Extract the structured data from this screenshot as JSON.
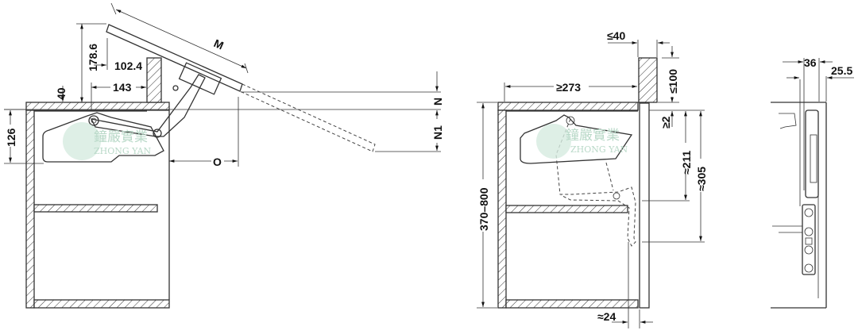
{
  "watermark": {
    "chinese": "鐘嚴實業",
    "latin": "ZHONG YAN"
  },
  "views": {
    "side_open": {
      "dims": {
        "m": "M",
        "h178": "178.6",
        "w102": "102.4",
        "w143": "143",
        "t40": "40",
        "h126": "126",
        "n": "N",
        "n1": "N1",
        "o": "O"
      }
    },
    "side_closed": {
      "dims": {
        "le40": "≤40",
        "ge273": "≥273",
        "le100": "≤100",
        "ge2": "≥2",
        "h211": "≈211",
        "h305": "≈305",
        "h370_800": "370–800",
        "w24": "≈24"
      }
    },
    "front": {
      "dims": {
        "w36": "36",
        "w25": "25.5"
      }
    }
  }
}
